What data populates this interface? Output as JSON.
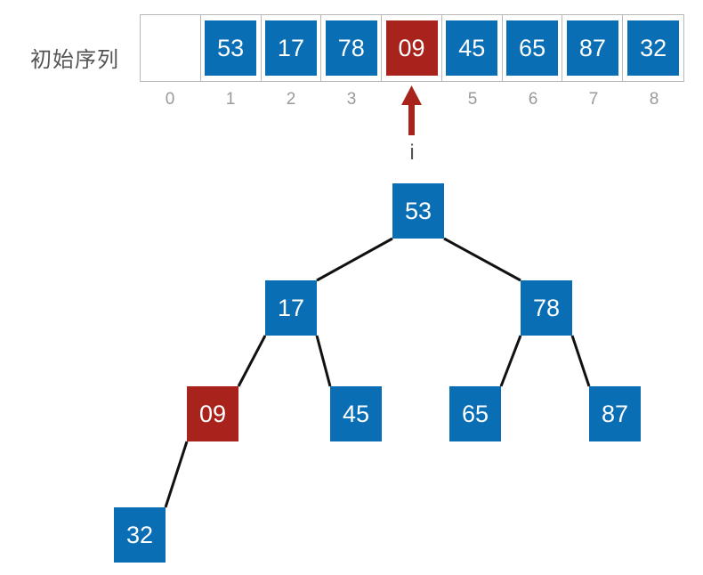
{
  "sequence_label": "初始序列",
  "array": [
    {
      "value": "",
      "empty": true,
      "highlight": false
    },
    {
      "value": "53",
      "highlight": false
    },
    {
      "value": "17",
      "highlight": false
    },
    {
      "value": "78",
      "highlight": false
    },
    {
      "value": "09",
      "highlight": true
    },
    {
      "value": "45",
      "highlight": false
    },
    {
      "value": "65",
      "highlight": false
    },
    {
      "value": "87",
      "highlight": false
    },
    {
      "value": "32",
      "highlight": false
    }
  ],
  "indices": [
    "0",
    "1",
    "2",
    "3",
    "",
    "5",
    "6",
    "7",
    "8"
  ],
  "pointer": {
    "label": "i",
    "target_index": 4
  },
  "tree": {
    "nodes": [
      {
        "id": 1,
        "value": "53",
        "highlight": false
      },
      {
        "id": 2,
        "value": "17",
        "highlight": false
      },
      {
        "id": 3,
        "value": "78",
        "highlight": false
      },
      {
        "id": 4,
        "value": "09",
        "highlight": true
      },
      {
        "id": 5,
        "value": "45",
        "highlight": false
      },
      {
        "id": 6,
        "value": "65",
        "highlight": false
      },
      {
        "id": 7,
        "value": "87",
        "highlight": false
      },
      {
        "id": 8,
        "value": "32",
        "highlight": false
      }
    ],
    "edges": [
      [
        1,
        2
      ],
      [
        1,
        3
      ],
      [
        2,
        4
      ],
      [
        2,
        5
      ],
      [
        3,
        6
      ],
      [
        3,
        7
      ],
      [
        4,
        8
      ]
    ]
  },
  "colors": {
    "node": "#0a6eb5",
    "highlight": "#a8231c",
    "edge": "#111111",
    "index_text": "#9a9a9a",
    "cell_border": "#b8b8b8"
  }
}
